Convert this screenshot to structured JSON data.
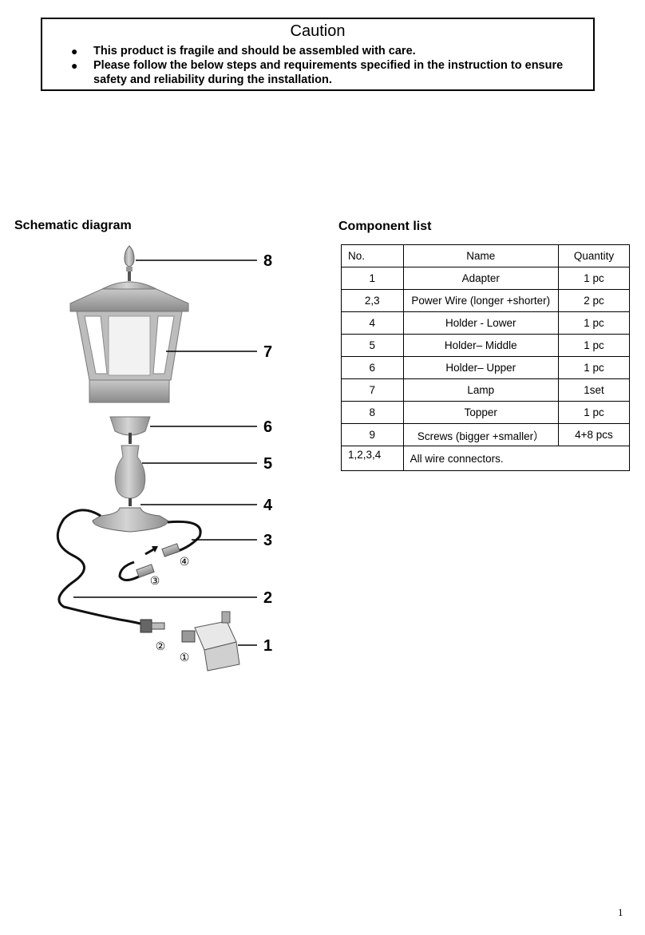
{
  "caution": {
    "title": "Caution",
    "items": [
      "This product is fragile and should be assembled with care.",
      "Please follow the below steps and requirements specified in the instruction to ensure safety and reliability during the installation."
    ]
  },
  "schematic": {
    "title": "Schematic diagram",
    "callouts": [
      "8",
      "7",
      "6",
      "5",
      "4",
      "3",
      "2",
      "1"
    ],
    "connector_marks": [
      "③",
      "④",
      "②",
      "①"
    ]
  },
  "components": {
    "title": "Component list",
    "headers": [
      "No.",
      "Name",
      "Quantity"
    ],
    "rows": [
      {
        "no": "1",
        "name": "Adapter",
        "qty": "1 pc"
      },
      {
        "no": "2,3",
        "name": "Power Wire (longer +shorter)",
        "qty": "2 pc"
      },
      {
        "no": "4",
        "name": "Holder - Lower",
        "qty": "1 pc"
      },
      {
        "no": "5",
        "name": "Holder– Middle",
        "qty": "1 pc"
      },
      {
        "no": "6",
        "name": "Holder– Upper",
        "qty": "1 pc"
      },
      {
        "no": "7",
        "name": "Lamp",
        "qty": "1set"
      },
      {
        "no": "8",
        "name": "Topper",
        "qty": "1 pc"
      },
      {
        "no": "9",
        "name": "Screws (bigger +smaller）",
        "qty": "4+8 pcs"
      }
    ],
    "footer_row": {
      "no": "1,2,3,4",
      "name": "All wire connectors."
    }
  },
  "page_number": "1"
}
